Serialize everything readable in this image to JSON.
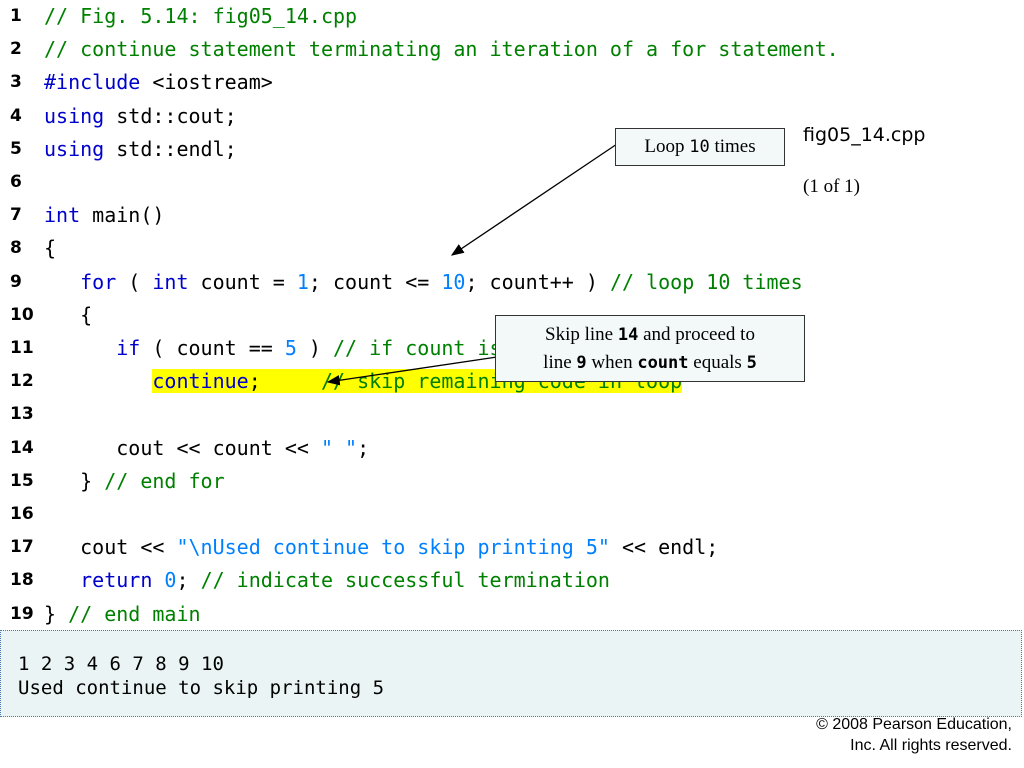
{
  "code_lines": [
    {
      "number": "1",
      "tokens": [
        {
          "t": "// Fig. 5.14: fig05_14.cpp",
          "c": "comment"
        }
      ]
    },
    {
      "number": "2",
      "tokens": [
        {
          "t": "// continue statement terminating an iteration of a for statement.",
          "c": "comment"
        }
      ]
    },
    {
      "number": "3",
      "tokens": [
        {
          "t": "#include",
          "c": "preproc"
        },
        {
          "t": " <iostream>",
          "c": "plain"
        }
      ]
    },
    {
      "number": "4",
      "tokens": [
        {
          "t": "using",
          "c": "keyword"
        },
        {
          "t": " std::cout;",
          "c": "plain"
        }
      ]
    },
    {
      "number": "5",
      "tokens": [
        {
          "t": "using",
          "c": "keyword"
        },
        {
          "t": " std::endl;",
          "c": "plain"
        }
      ]
    },
    {
      "number": "6",
      "tokens": []
    },
    {
      "number": "7",
      "tokens": [
        {
          "t": "int",
          "c": "keyword"
        },
        {
          "t": " main()",
          "c": "plain"
        }
      ]
    },
    {
      "number": "8",
      "tokens": [
        {
          "t": "{",
          "c": "plain"
        }
      ]
    },
    {
      "number": "9",
      "tokens": [
        {
          "t": "   ",
          "c": "plain"
        },
        {
          "t": "for",
          "c": "keyword"
        },
        {
          "t": " ( ",
          "c": "plain"
        },
        {
          "t": "int",
          "c": "keyword"
        },
        {
          "t": " count = ",
          "c": "plain"
        },
        {
          "t": "1",
          "c": "number"
        },
        {
          "t": "; count <= ",
          "c": "plain"
        },
        {
          "t": "10",
          "c": "number"
        },
        {
          "t": "; count++ ) ",
          "c": "plain"
        },
        {
          "t": "// loop 10 times",
          "c": "comment"
        }
      ]
    },
    {
      "number": "10",
      "tokens": [
        {
          "t": "   {",
          "c": "plain"
        }
      ]
    },
    {
      "number": "11",
      "tokens": [
        {
          "t": "      ",
          "c": "plain"
        },
        {
          "t": "if",
          "c": "keyword"
        },
        {
          "t": " ( count == ",
          "c": "plain"
        },
        {
          "t": "5",
          "c": "number"
        },
        {
          "t": " ) ",
          "c": "plain"
        },
        {
          "t": "// if count is 5,",
          "c": "comment"
        }
      ]
    },
    {
      "number": "12",
      "tokens": [
        {
          "t": "         ",
          "c": "plain"
        },
        {
          "t": "continue",
          "c": "keyword",
          "hl": true
        },
        {
          "t": ";     ",
          "c": "plain",
          "hl": true
        },
        {
          "t": "// skip remaining code in loop",
          "c": "comment",
          "hl": true
        }
      ]
    },
    {
      "number": "13",
      "tokens": []
    },
    {
      "number": "14",
      "tokens": [
        {
          "t": "      cout << count << ",
          "c": "plain"
        },
        {
          "t": "\" \"",
          "c": "string"
        },
        {
          "t": ";",
          "c": "plain"
        }
      ]
    },
    {
      "number": "15",
      "tokens": [
        {
          "t": "   } ",
          "c": "plain"
        },
        {
          "t": "// end for",
          "c": "comment"
        }
      ]
    },
    {
      "number": "16",
      "tokens": []
    },
    {
      "number": "17",
      "tokens": [
        {
          "t": "   cout << ",
          "c": "plain"
        },
        {
          "t": "\"\\nUsed continue to skip printing 5\"",
          "c": "string"
        },
        {
          "t": " << endl;",
          "c": "plain"
        }
      ]
    },
    {
      "number": "18",
      "tokens": [
        {
          "t": "   ",
          "c": "plain"
        },
        {
          "t": "return",
          "c": "keyword"
        },
        {
          "t": " ",
          "c": "plain"
        },
        {
          "t": "0",
          "c": "number"
        },
        {
          "t": "; ",
          "c": "plain"
        },
        {
          "t": "// indicate successful termination",
          "c": "comment"
        }
      ]
    },
    {
      "number": "19",
      "tokens": [
        {
          "t": "} ",
          "c": "plain"
        },
        {
          "t": "// end main",
          "c": "comment"
        }
      ]
    }
  ],
  "callout_loop": {
    "pre": "Loop ",
    "code": "10",
    "post": " times"
  },
  "callout_skip": {
    "line1_pre": "Skip line ",
    "line1_code": "14",
    "line1_post": " and proceed to",
    "line2_pre": "line ",
    "line2_code": "9",
    "line2_mid": " when ",
    "line2_code2": "count",
    "line2_post": " equals ",
    "line2_code3": "5"
  },
  "file_name": "fig05_14.cpp",
  "page_indicator": "(1 of 1)",
  "output_lines": [
    "1 2 3 4 6 7 8 9 10",
    "Used continue to skip printing 5"
  ],
  "copyright": {
    "line1": "© 2008 Pearson Education,",
    "line2": "Inc.  All rights reserved."
  },
  "colors": {
    "comment": "#008000",
    "keyword": "#0000cc",
    "number": "#0080ff",
    "highlight": "#ffff00",
    "output_bg": "#eaf4f4"
  }
}
